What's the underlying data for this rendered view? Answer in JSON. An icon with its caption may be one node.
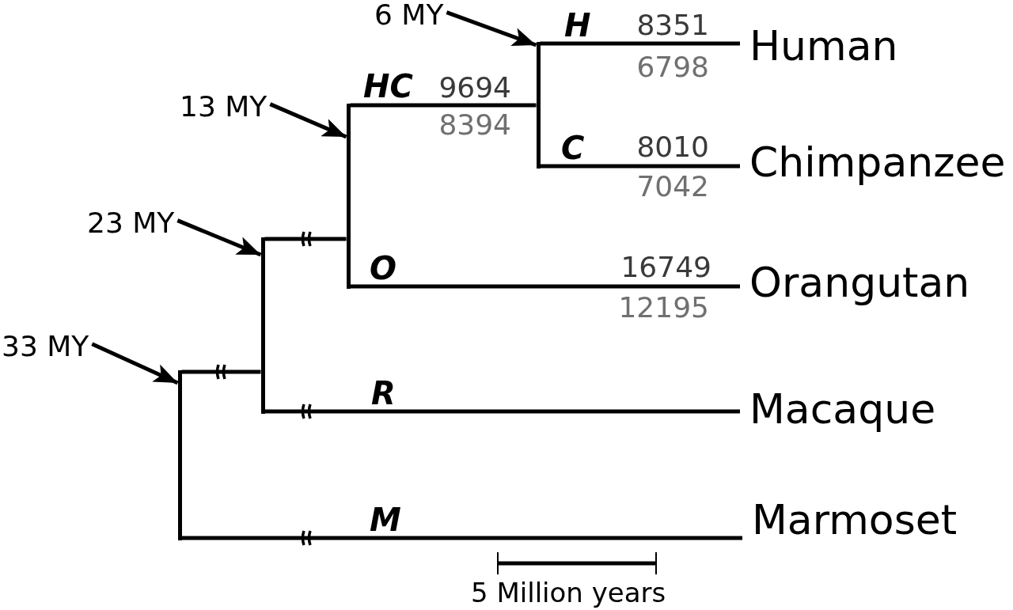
{
  "diagram": {
    "nodes": [
      {
        "text": [
          "6 MY"
        ]
      },
      {
        "text": [],
        "shape": "bar"
      },
      {
        "text": [
          "Human"
        ]
      },
      {
        "text": [
          "13 MY"
        ]
      },
      {
        "text": [],
        "shape": "bar"
      },
      {
        "text": [
          "Chimpanzee"
        ]
      },
      {
        "text": [
          "23 MY"
        ]
      },
      {
        "text": [],
        "shape": "bar"
      },
      {
        "text": [
          "Orangutan"
        ]
      },
      {
        "text": [
          "33 MY"
        ]
      },
      {
        "text": [],
        "shape": "bar"
      },
      {
        "text": [
          "Macaque"
        ]
      },
      {
        "text": [
          "Marmoset"
        ]
      }
    ],
    "edges": [
      {
        "from": 0,
        "to": 1,
        "arrow": "to"
      },
      {
        "from": 3,
        "to": 4,
        "arrow": "to"
      },
      {
        "from": 6,
        "to": 7,
        "arrow": "to"
      },
      {
        "from": 9,
        "to": 10,
        "arrow": "to"
      },
      {
        "from": 1,
        "to": 2,
        "arrow": "none",
        "label": "H"
      },
      {
        "from": 4,
        "to": 1,
        "arrow": "none",
        "label": "HC"
      },
      {
        "from": 1,
        "to": 5,
        "arrow": "none",
        "label": "C"
      },
      {
        "from": 7,
        "to": 4,
        "arrow": "none"
      },
      {
        "from": 4,
        "to": 8,
        "arrow": "none",
        "label": "O"
      },
      {
        "from": 10,
        "to": 7,
        "arrow": "none"
      },
      {
        "from": 7,
        "to": 11,
        "arrow": "none",
        "label": "R"
      },
      {
        "from": 10,
        "to": 12,
        "arrow": "none",
        "label": "M"
      }
    ],
    "labels": [
      "8351",
      "6798",
      "9694",
      "8394",
      "8010",
      "7042",
      "16749",
      "12195",
      "5 Million years"
    ]
  }
}
